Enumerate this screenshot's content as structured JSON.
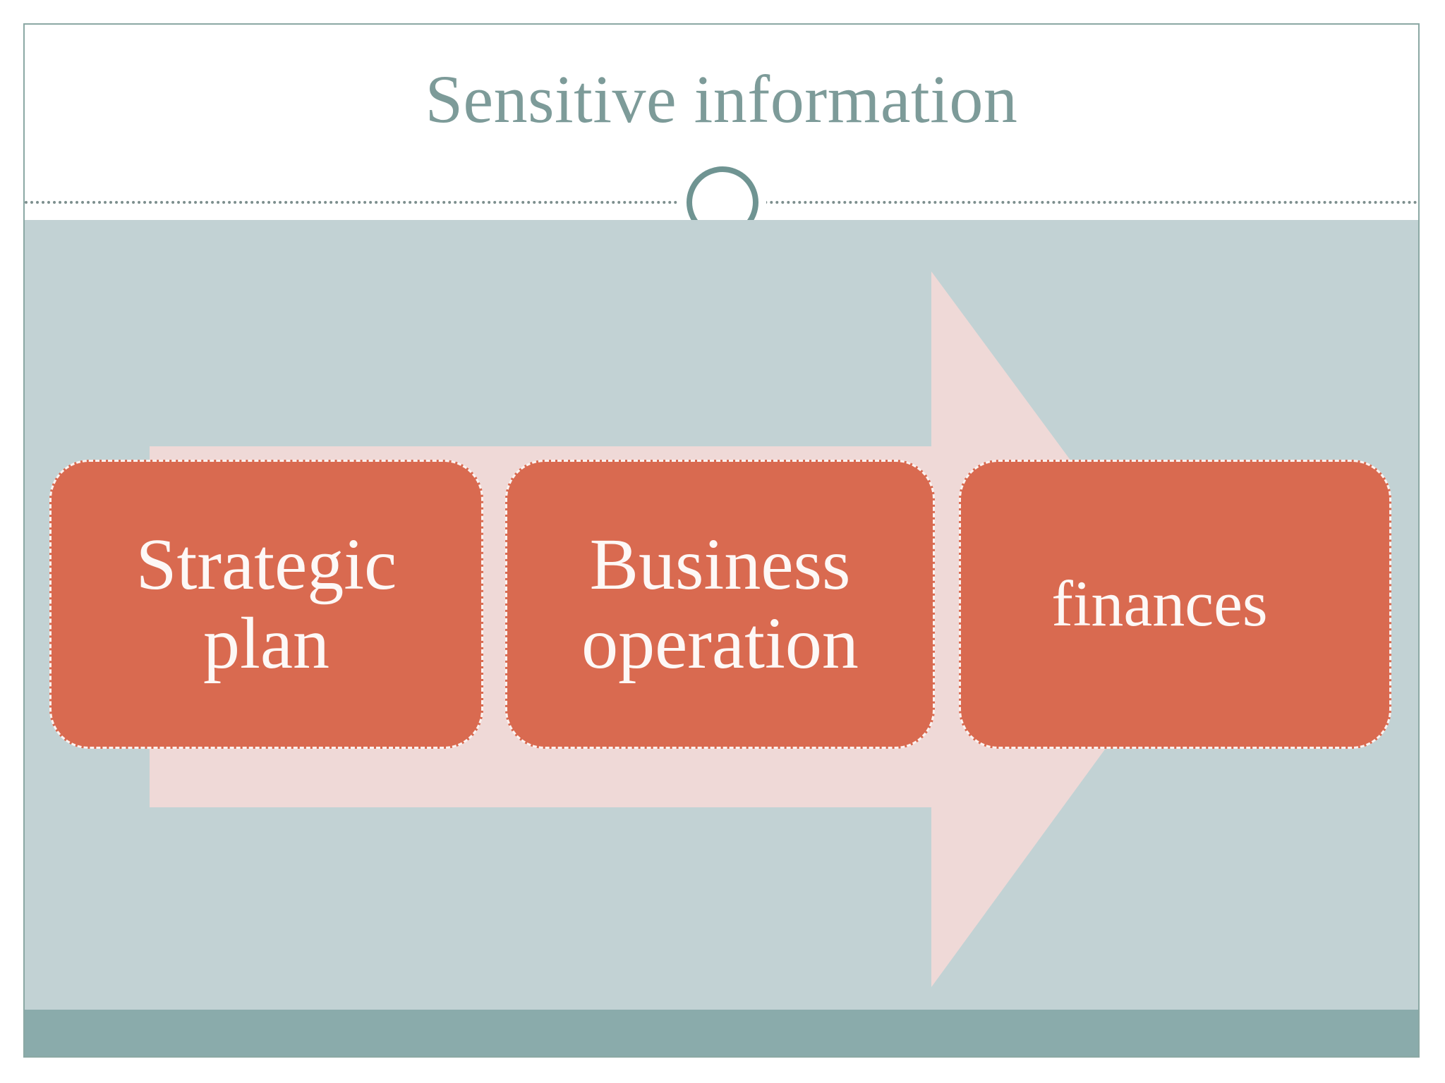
{
  "slide": {
    "title": "Sensitive information",
    "title_color": "#7d9b99",
    "body_background": "#c2d2d4",
    "footer_background": "#8aabab",
    "frame_border_color": "#8ba8a4",
    "bullet_icon": "circle-outline-icon"
  },
  "diagram": {
    "type": "process-arrow",
    "arrow_color": "#efd9d7",
    "box_color": "#d96a50",
    "box_text_color": "#fdf8f6",
    "box_border_color": "#fbf3f1",
    "direction": "left-to-right",
    "steps": [
      {
        "label": "Strategic plan"
      },
      {
        "label": "Business operation"
      },
      {
        "label": "finances"
      }
    ]
  }
}
